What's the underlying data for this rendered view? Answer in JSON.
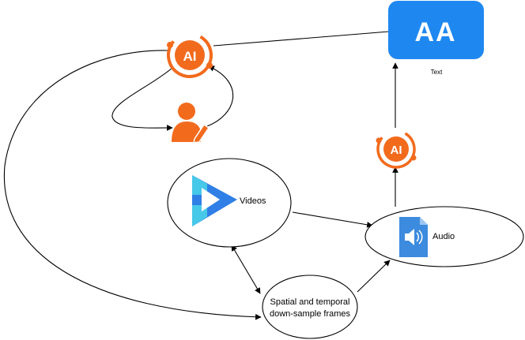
{
  "labels": {
    "text_node": "Text",
    "videos_node": "Videos",
    "audio_node": "Audio",
    "frames_line1": "Spatial and temporal",
    "frames_line2": "down-sample frames"
  },
  "icons": {
    "text_tile": "text-format-icon",
    "text_tile_glyph": "AA",
    "ai_top": "ai-chip-icon",
    "ai_top_glyph": "AI",
    "ai_mid": "ai-chip-icon",
    "ai_mid_glyph": "AI",
    "user": "user-edit-icon",
    "video": "video-play-icon",
    "audio": "audio-file-icon"
  },
  "colors": {
    "ai_orange": "#F26B1D",
    "text_tile_blue": "#1E88F0",
    "video_blue": "#2F7FE6",
    "video_cyan": "#46C8E8",
    "audio_blue": "#3C8BDE",
    "stroke": "#000000"
  }
}
